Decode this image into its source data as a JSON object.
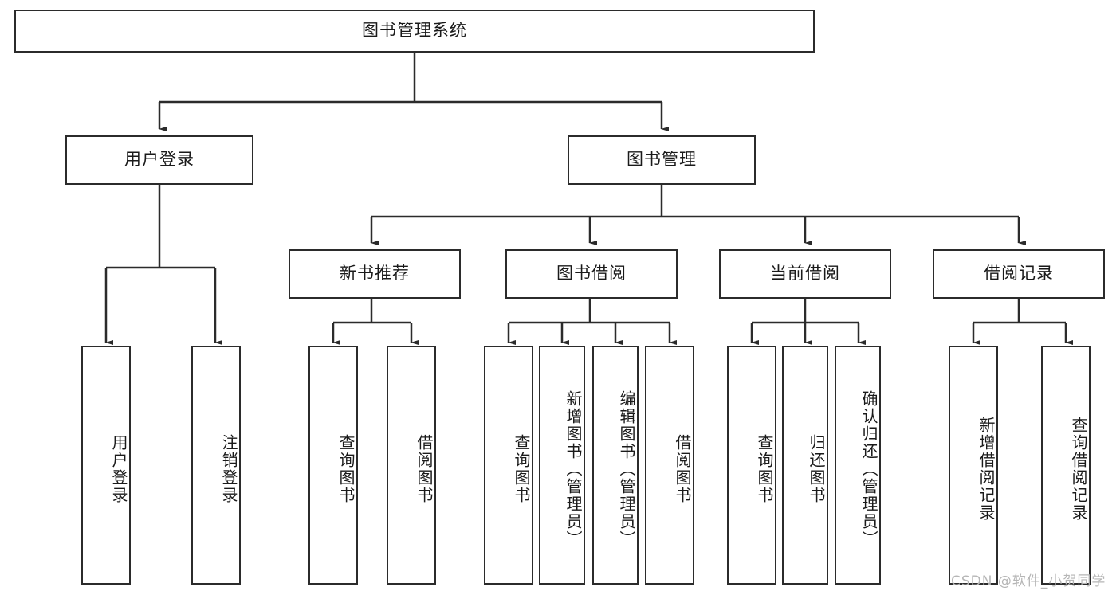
{
  "diagram": {
    "type": "tree-hierarchy",
    "title": "图书管理系统",
    "watermark": "CSDN @软件_小贺同学",
    "colors": {
      "stroke": "#2b2b2b",
      "fill": "#ffffff",
      "text": "#1a1a1a",
      "watermark": "#b6b6b6"
    },
    "nodes": {
      "root": {
        "label": "图书管理系统"
      },
      "level2": [
        {
          "id": "user-login",
          "label": "用户登录"
        },
        {
          "id": "book-manage",
          "label": "图书管理"
        }
      ],
      "level3": [
        {
          "id": "new-book-recommend",
          "label": "新书推荐"
        },
        {
          "id": "book-borrow",
          "label": "图书借阅"
        },
        {
          "id": "current-borrow",
          "label": "当前借阅"
        },
        {
          "id": "borrow-record",
          "label": "借阅记录"
        }
      ],
      "leaves": [
        {
          "id": "leaf-user-login",
          "label": "用户登录",
          "parent": "user-login"
        },
        {
          "id": "leaf-user-logout",
          "label": "注销登录",
          "parent": "user-login"
        },
        {
          "id": "leaf-query-book-1",
          "label": "查询图书",
          "parent": "new-book-recommend"
        },
        {
          "id": "leaf-borrow-book-1",
          "label": "借阅图书",
          "parent": "new-book-recommend"
        },
        {
          "id": "leaf-query-book-2",
          "label": "查询图书",
          "parent": "book-borrow"
        },
        {
          "id": "leaf-add-book",
          "label": "新增图书（管理员）",
          "parent": "book-borrow"
        },
        {
          "id": "leaf-edit-book",
          "label": "编辑图书（管理员）",
          "parent": "book-borrow"
        },
        {
          "id": "leaf-borrow-book-2",
          "label": "借阅图书",
          "parent": "book-borrow"
        },
        {
          "id": "leaf-query-book-3",
          "label": "查询图书",
          "parent": "current-borrow"
        },
        {
          "id": "leaf-return-book",
          "label": "归还图书",
          "parent": "current-borrow"
        },
        {
          "id": "leaf-confirm-return",
          "label": "确认归还（管理员）",
          "parent": "current-borrow"
        },
        {
          "id": "leaf-add-record",
          "label": "新增借阅记录",
          "parent": "borrow-record"
        },
        {
          "id": "leaf-query-record",
          "label": "查询借阅记录",
          "parent": "borrow-record"
        }
      ]
    }
  }
}
